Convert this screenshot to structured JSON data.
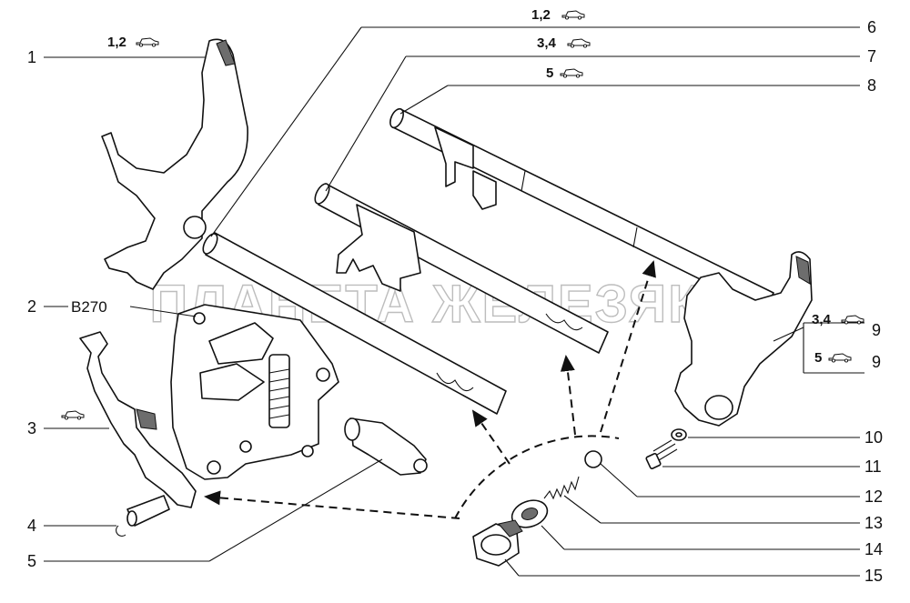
{
  "watermark": "ПЛАНЕТА ЖЕЛЕЗЯКА",
  "callouts": [
    {
      "id": "1",
      "label": "1"
    },
    {
      "id": "2",
      "label": "2",
      "code": "B270"
    },
    {
      "id": "3",
      "label": "3"
    },
    {
      "id": "4",
      "label": "4"
    },
    {
      "id": "5",
      "label": "5"
    },
    {
      "id": "6",
      "label": "6"
    },
    {
      "id": "7",
      "label": "7"
    },
    {
      "id": "8",
      "label": "8"
    },
    {
      "id": "9a",
      "label": "9"
    },
    {
      "id": "9b",
      "label": "9"
    },
    {
      "id": "10",
      "label": "10"
    },
    {
      "id": "11",
      "label": "11"
    },
    {
      "id": "12",
      "label": "12"
    },
    {
      "id": "13",
      "label": "13"
    },
    {
      "id": "14",
      "label": "14"
    },
    {
      "id": "15",
      "label": "15"
    }
  ],
  "gear_tags": {
    "fork_1": "1,2",
    "rod_6": "1,2",
    "rod_7": "3,4",
    "rod_8": "5",
    "fork_9_upper": "3,4",
    "fork_9_lower": "5"
  },
  "icons": {
    "vehicle": "car-icon"
  }
}
